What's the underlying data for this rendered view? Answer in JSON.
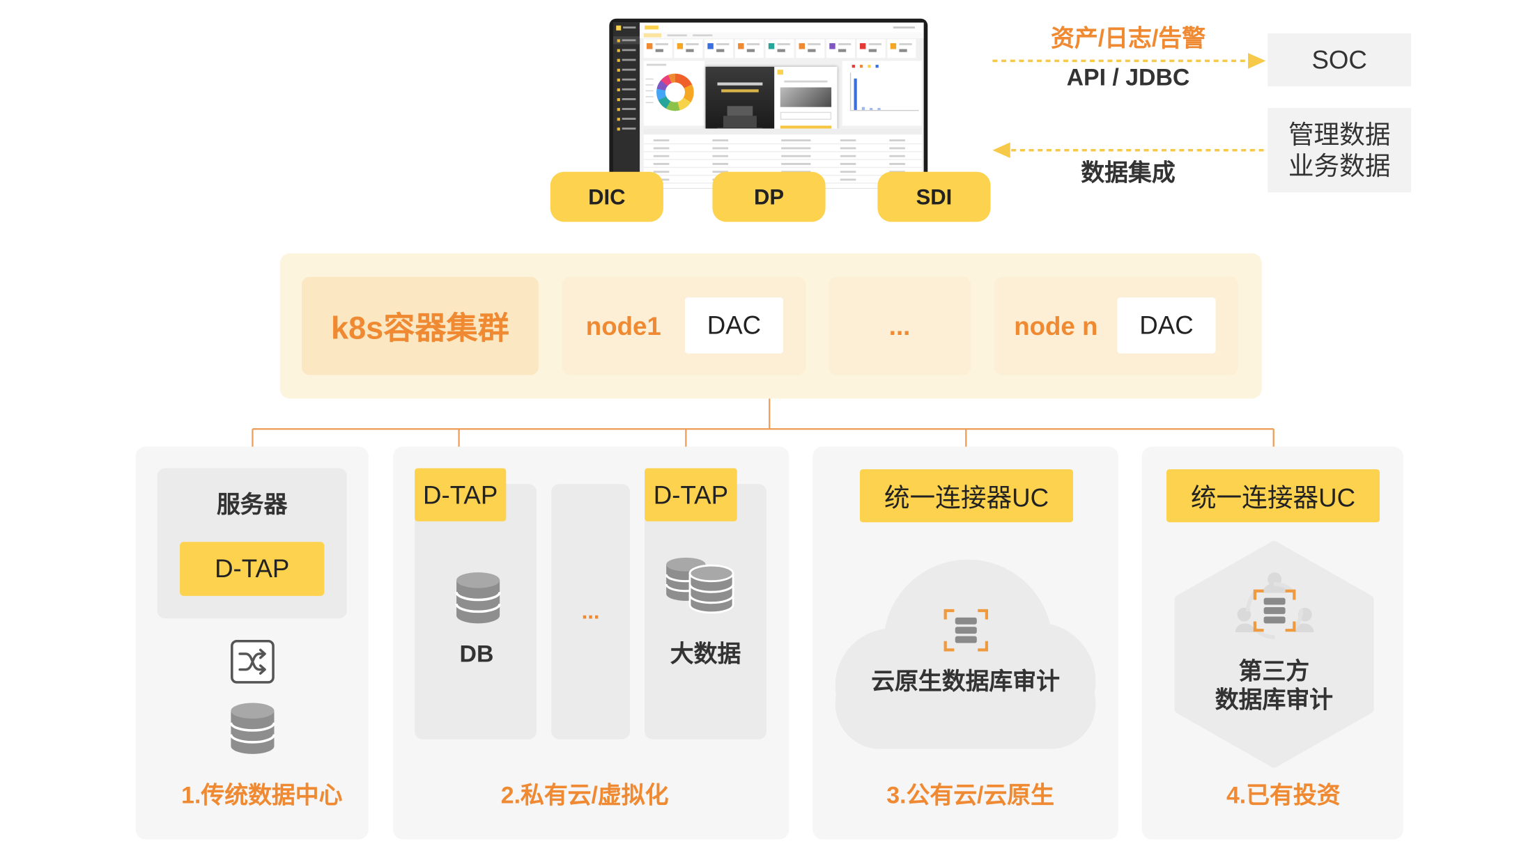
{
  "colors": {
    "accent_yellow": "#fdd24e",
    "accent_orange": "#ef8a33",
    "connector_orange": "#ee9d55",
    "flow_arrow_yellow": "#f7c948",
    "cluster_background": "#fdf4de",
    "panel_background": "#f6f6f6",
    "inner_background": "#ebebeb",
    "icon_gray": "#8e8e8e"
  },
  "products": [
    {
      "label": "DIC"
    },
    {
      "label": "DP"
    },
    {
      "label": "SDI"
    }
  ],
  "flows": {
    "outbound": {
      "data_types": "资产/日志/告警",
      "protocol": "API / JDBC",
      "target": "SOC",
      "direction": "right"
    },
    "inbound": {
      "sources": [
        "管理数据",
        "业务数据"
      ],
      "label": "数据集成",
      "direction": "left"
    }
  },
  "cluster": {
    "title": "k8s容器集群",
    "nodes": [
      {
        "name": "node1",
        "agent": "DAC"
      },
      {
        "name": "node n",
        "agent": "DAC"
      }
    ],
    "ellipsis": "..."
  },
  "deployments": [
    {
      "caption": "1.传统数据中心",
      "host": "服务器",
      "agent": "D-TAP",
      "icons": [
        "switch-icon",
        "database-icon"
      ]
    },
    {
      "caption": "2.私有云/虚拟化",
      "columns": [
        {
          "agent": "D-TAP",
          "target": "DB",
          "icon": "database-icon"
        },
        {
          "ellipsis": "..."
        },
        {
          "agent": "D-TAP",
          "target": "大数据",
          "icon": "big-data-icon"
        }
      ]
    },
    {
      "caption": "3.公有云/云原生",
      "connector": "统一连接器UC",
      "target": "云原生数据库审计",
      "container_icon": "cloud-shape",
      "icon": "audit-server-icon"
    },
    {
      "caption": "4.已有投资",
      "connector": "统一连接器UC",
      "target_lines": [
        "第三方",
        "数据库审计"
      ],
      "container_icon": "hexagon-shape",
      "icon": "third-party-audit-icon"
    }
  ]
}
